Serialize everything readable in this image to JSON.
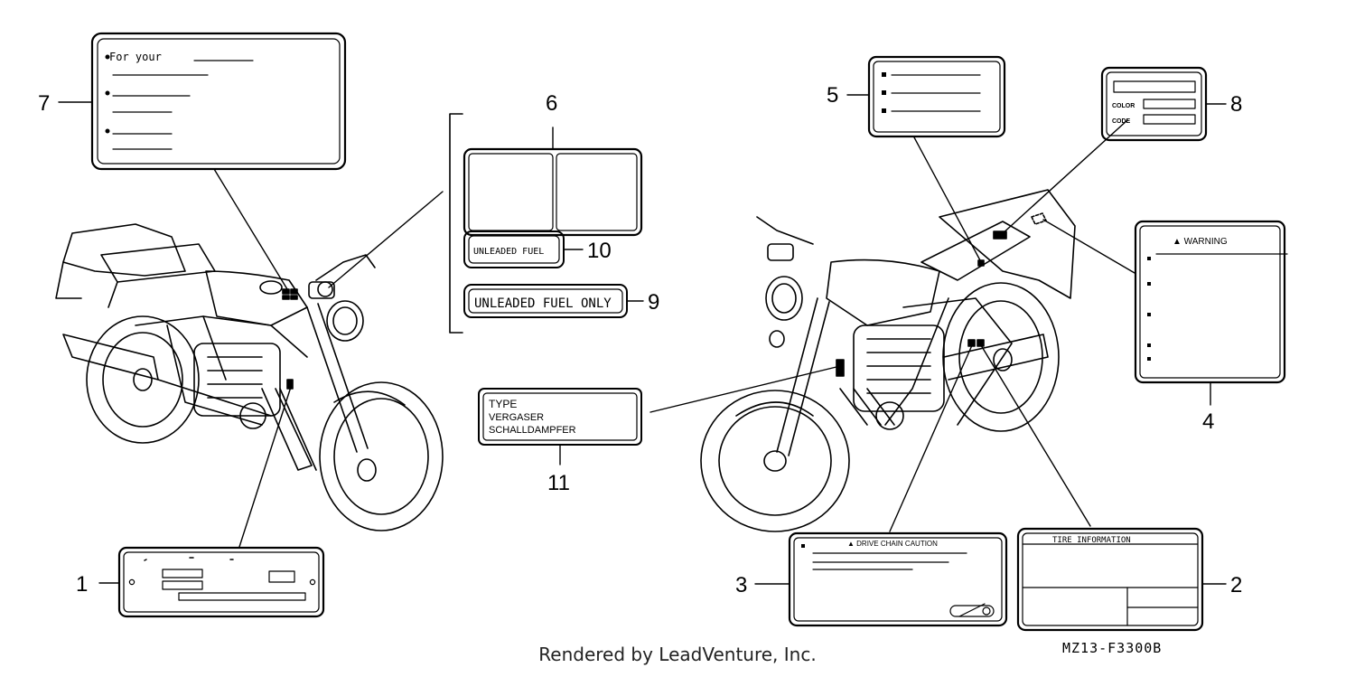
{
  "callouts": {
    "c1": "1",
    "c2": "2",
    "c3": "3",
    "c4": "4",
    "c5": "5",
    "c6": "6",
    "c7": "7",
    "c8": "8",
    "c9": "9",
    "c10": "10",
    "c11": "11"
  },
  "labels": {
    "owner_manual": "For your",
    "unleaded_fuel": "UNLEADED FUEL",
    "unleaded_fuel_only": "UNLEADED FUEL ONLY",
    "type_lines": [
      "TYPE",
      "VERGASER",
      "SCHALLDAMPFER"
    ],
    "color_code_lines": [
      "COLOR",
      "CODE"
    ],
    "warning": "▲ WARNING",
    "drive_chain_caution": "▲ DRIVE CHAIN CAUTION",
    "tire_information": "TIRE  INFORMATION"
  },
  "footer": {
    "credit": "Rendered by LeadVenture, Inc.",
    "part_code": "MZ13-F3300B"
  }
}
